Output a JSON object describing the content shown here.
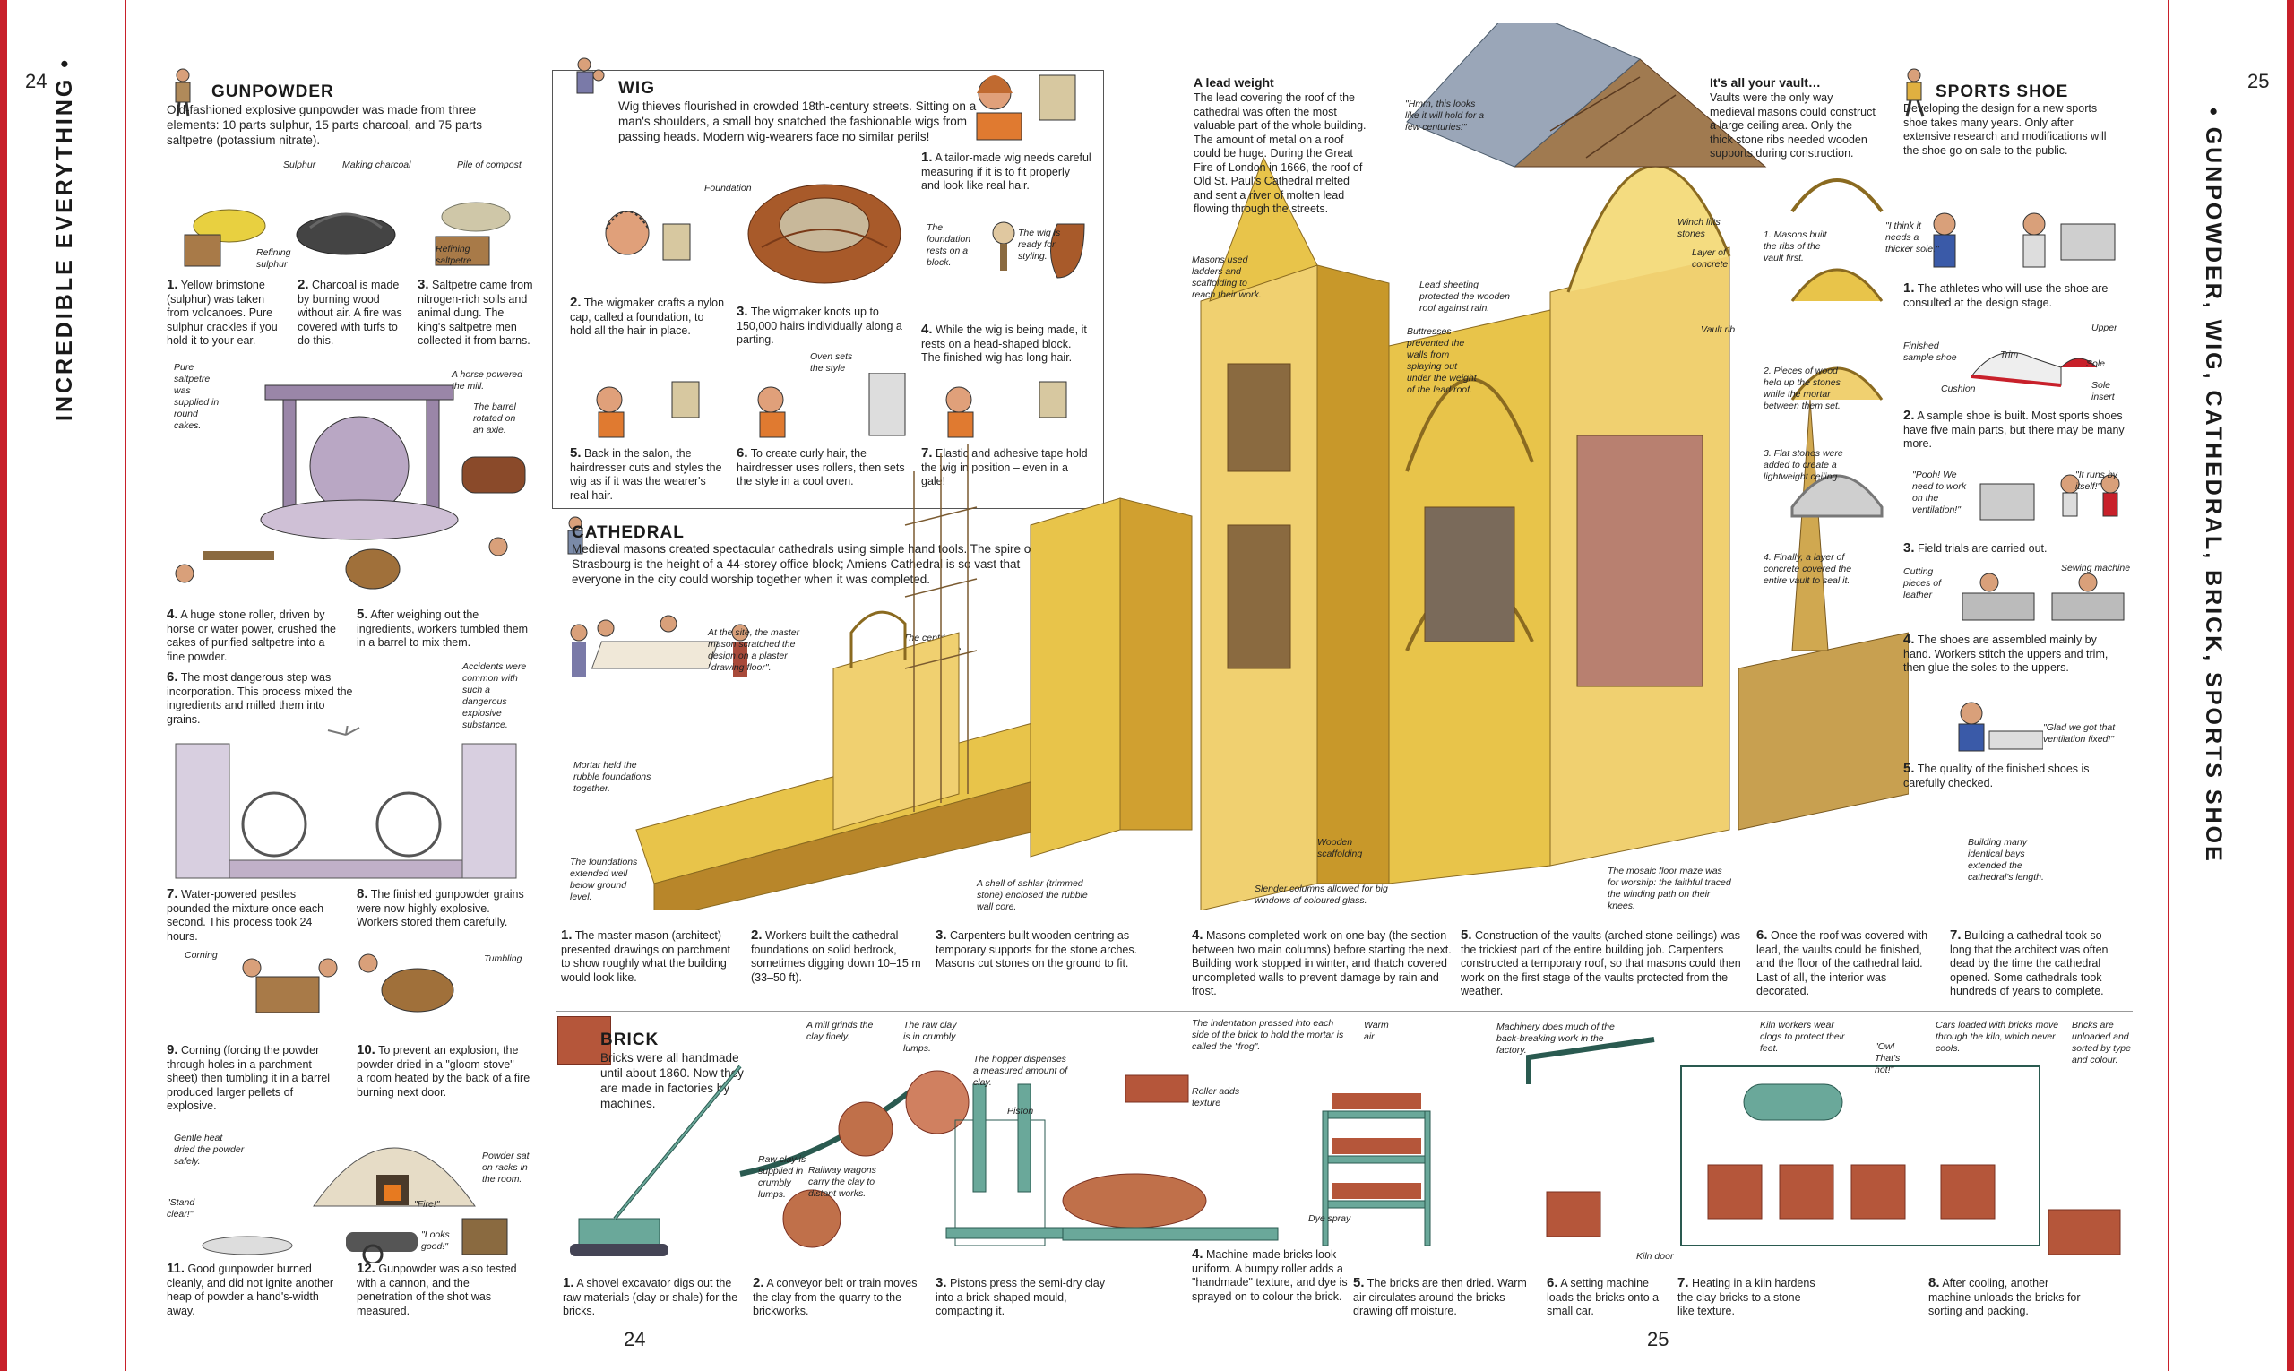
{
  "page_numbers": {
    "left_top": "24",
    "right_top": "25",
    "left_bottom": "24",
    "right_bottom": "25"
  },
  "side_labels": {
    "left": "INCREDIBLE EVERYTHING  •",
    "right": "•  GUNPOWDER, WIG, CATHEDRAL, BRICK, SPORTS SHOE"
  },
  "gunpowder": {
    "title": "GUNPOWDER",
    "intro": "Old-fashioned explosive gunpowder was made from three elements: 10 parts sulphur, 15 parts charcoal, and 75 parts saltpetre (potassium nitrate).",
    "notes": [
      "Sulphur",
      "Making charcoal",
      "Pile of compost",
      "Refining sulphur",
      "Refining saltpetre",
      "Pure saltpetre was supplied in round cakes.",
      "A horse powered the mill.",
      "The barrel rotated on an axle.",
      "Accidents were common with such a dangerous explosive substance.",
      "Corning",
      "Tumbling",
      "Gentle heat dried the powder safely.",
      "Powder sat on racks in the room.",
      "\"Stand clear!\"",
      "\"Fire!\"",
      "\"Looks good!\""
    ],
    "steps": [
      {
        "n": "1.",
        "t": "Yellow brimstone (sulphur) was taken from volcanoes. Pure sulphur crackles if you hold it to your ear."
      },
      {
        "n": "2.",
        "t": "Charcoal is made by burning wood without air. A fire was covered with turfs to do this."
      },
      {
        "n": "3.",
        "t": "Saltpetre came from nitrogen-rich soils and animal dung. The king's saltpetre men collected it from barns."
      },
      {
        "n": "4.",
        "t": "A huge stone roller, driven by horse or water power, crushed the cakes of purified saltpetre into a fine powder."
      },
      {
        "n": "5.",
        "t": "After weighing out the ingredients, workers tumbled them in a barrel to mix them."
      },
      {
        "n": "6.",
        "t": "The most dangerous step was incorporation. This process mixed the ingredients and milled them into grains."
      },
      {
        "n": "7.",
        "t": "Water-powered pestles pounded the mixture once each second. This process took 24 hours."
      },
      {
        "n": "8.",
        "t": "The finished gunpowder grains were now highly explosive. Workers stored them carefully."
      },
      {
        "n": "9.",
        "t": "Corning (forcing the powder through holes in a parchment sheet) then tumbling it in a barrel produced larger pellets of explosive."
      },
      {
        "n": "10.",
        "t": "To prevent an explosion, the powder dried in a \"gloom stove\" – a room heated by the back of a fire burning next door."
      },
      {
        "n": "11.",
        "t": "Good gunpowder burned cleanly, and did not ignite another heap of powder a hand's-width away."
      },
      {
        "n": "12.",
        "t": "Gunpowder was also tested with a cannon, and the penetration of the shot was measured."
      }
    ]
  },
  "wig": {
    "title": "WIG",
    "intro": "Wig thieves flourished in crowded 18th-century streets. Sitting on a man's shoulders, a small boy snatched the fashionable wigs from passing heads. Modern wig-wearers face no similar perils!",
    "notes": [
      "Foundation",
      "The foundation rests on a block.",
      "The wig is ready for styling.",
      "Oven sets the style"
    ],
    "steps": [
      {
        "n": "1.",
        "t": "A tailor-made wig needs careful measuring if it is to fit properly and look like real hair."
      },
      {
        "n": "2.",
        "t": "The wigmaker crafts a nylon cap, called a foundation, to hold all the hair in place."
      },
      {
        "n": "3.",
        "t": "The wigmaker knots up to 150,000 hairs individually along a parting."
      },
      {
        "n": "4.",
        "t": "While the wig is being made, it rests on a head-shaped block. The finished wig has long hair."
      },
      {
        "n": "5.",
        "t": "Back in the salon, the hairdresser cuts and styles the wig as if it was the wearer's real hair."
      },
      {
        "n": "6.",
        "t": "To create curly hair, the hairdresser uses rollers, then sets the style in a cool oven."
      },
      {
        "n": "7.",
        "t": "Elastic and adhesive tape hold the wig in position – even in a gale!"
      }
    ]
  },
  "cathedral": {
    "title": "CATHEDRAL",
    "intro": "Medieval masons created spectacular cathedrals using simple hand tools. The spire of Strasbourg is the height of a 44-storey office block; Amiens Cathedral is so vast that everyone in the city could worship together when it was completed.",
    "lead_title": "A lead weight",
    "lead_text": "The lead covering the roof of the cathedral was often the most valuable part of the whole building. The amount of metal on a roof could be huge. During the Great Fire of London in 1666, the roof of Old St. Paul's Cathedral melted and sent a river of molten lead flowing through the streets.",
    "vault_title": "It's all your vault…",
    "vault_text": "Vaults were the only way medieval masons could construct a large ceiling area. Only the thick stone ribs needed wooden supports during construction.",
    "vault_steps": [
      "1. Masons built the ribs of the vault first.",
      "2. Pieces of wood held up the stones while the mortar between them set.",
      "3. Flat stones were added to create a lightweight ceiling.",
      "4. Finally, a layer of concrete covered the entire vault to seal it."
    ],
    "notes": [
      "At the site, the master mason scratched the design on a plaster \"drawing floor\".",
      "The centring supported the arches.",
      "Mortar held the rubble foundations together.",
      "The foundations extended well below ground level.",
      "A shell of ashlar (trimmed stone) enclosed the rubble wall core.",
      "Masons used ladders and scaffolding to reach their work.",
      "Wooden scaffolding",
      "Slender columns allowed for big windows of coloured glass.",
      "\"Hmm, this looks like it will hold for a few centuries!\"",
      "Lead sheeting protected the wooden roof against rain.",
      "Buttresses prevented the walls from splaying out under the weight of the lead roof.",
      "Winch lifts stones",
      "Layer of concrete",
      "Vault rib",
      "The mosaic floor maze was for worship: the faithful traced the winding path on their knees.",
      "Building many identical bays extended the cathedral's length."
    ],
    "steps": [
      {
        "n": "1.",
        "t": "The master mason (architect) presented drawings on parchment to show roughly what the building would look like."
      },
      {
        "n": "2.",
        "t": "Workers built the cathedral foundations on solid bedrock, sometimes digging down 10–15 m (33–50 ft)."
      },
      {
        "n": "3.",
        "t": "Carpenters built wooden centring as temporary supports for the stone arches. Masons cut stones on the ground to fit."
      },
      {
        "n": "4.",
        "t": "Masons completed work on one bay (the section between two main columns) before starting the next. Building work stopped in winter, and thatch covered uncompleted walls to prevent damage by rain and frost."
      },
      {
        "n": "5.",
        "t": "Construction of the vaults (arched stone ceilings) was the trickiest part of the entire building job. Carpenters constructed a temporary roof, so that masons could then work on the first stage of the vaults protected from the weather."
      },
      {
        "n": "6.",
        "t": "Once the roof was covered with lead, the vaults could be finished, and the floor of the cathedral laid. Last of all, the interior was decorated."
      },
      {
        "n": "7.",
        "t": "Building a cathedral took so long that the architect was often dead by the time the cathedral opened. Some cathedrals took hundreds of years to complete."
      }
    ]
  },
  "brick": {
    "title": "BRICK",
    "intro": "Bricks were all handmade until about 1860. Now they are made in factories by machines.",
    "notes": [
      "A mill grinds the clay finely.",
      "The raw clay is in crumbly lumps.",
      "The hopper dispenses a measured amount of clay.",
      "Piston",
      "Raw clay is supplied in crumbly lumps.",
      "Railway wagons carry the clay to distant works.",
      "The indentation pressed into each side of the brick to hold the mortar is called the \"frog\".",
      "Warm air",
      "Machinery does much of the back-breaking work in the factory.",
      "Roller adds texture",
      "Dye spray",
      "Kiln workers wear clogs to protect their feet.",
      "\"Ow! That's hot!\"",
      "Cars loaded with bricks move through the kiln, which never cools.",
      "Bricks are unloaded and sorted by type and colour.",
      "Kiln door"
    ],
    "steps": [
      {
        "n": "1.",
        "t": "A shovel excavator digs out the raw materials (clay or shale) for the bricks."
      },
      {
        "n": "2.",
        "t": "A conveyor belt or train moves the clay from the quarry to the brickworks."
      },
      {
        "n": "3.",
        "t": "Pistons press the semi-dry clay into a brick-shaped mould, compacting it."
      },
      {
        "n": "4.",
        "t": "Machine-made bricks look uniform. A bumpy roller adds a \"handmade\" texture, and dye is sprayed on to colour the brick."
      },
      {
        "n": "5.",
        "t": "The bricks are then dried. Warm air circulates around the bricks – drawing off moisture."
      },
      {
        "n": "6.",
        "t": "A setting machine loads the bricks onto a small car."
      },
      {
        "n": "7.",
        "t": "Heating in a kiln hardens the clay bricks to a stone-like texture."
      },
      {
        "n": "8.",
        "t": "After cooling, another machine unloads the bricks for sorting and packing."
      }
    ]
  },
  "shoe": {
    "title": "SPORTS SHOE",
    "intro": "Developing the design for a new sports shoe takes many years. Only after extensive research and modifications will the shoe go on sale to the public.",
    "notes": [
      "\"I think it needs a thicker sole.\"",
      "Trim",
      "Upper",
      "Finished sample shoe",
      "Sole",
      "Cushion",
      "Sole insert",
      "\"Pooh! We need to work on the ventilation!\"",
      "\"It runs by itself!\"",
      "Cutting pieces of leather",
      "Sewing machine",
      "\"Glad we got that ventilation fixed!\""
    ],
    "steps": [
      {
        "n": "1.",
        "t": "The athletes who will use the shoe are consulted at the design stage."
      },
      {
        "n": "2.",
        "t": "A sample shoe is built. Most sports shoes have five main parts, but there may be many more."
      },
      {
        "n": "3.",
        "t": "Field trials are carried out."
      },
      {
        "n": "4.",
        "t": "The shoes are assembled mainly by hand. Workers stitch the uppers and trim, then glue the soles to the uppers."
      },
      {
        "n": "5.",
        "t": "The quality of the finished shoes is carefully checked."
      }
    ]
  },
  "colors": {
    "edge": "#c8202a",
    "stone": "#e8c44a",
    "stone_dark": "#b8862a",
    "brick": "#b5563a",
    "machine": "#6aa89a",
    "ink": "#1a1a1a"
  }
}
